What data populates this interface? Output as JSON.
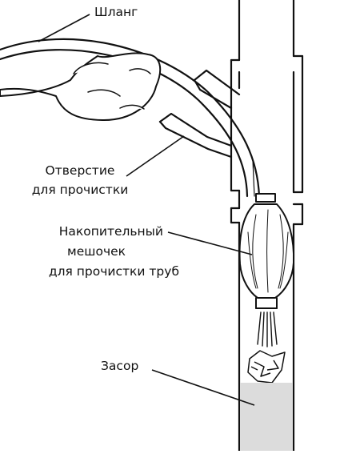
{
  "labels": {
    "hose": "Шланг",
    "cleanout_line1": "Отверстие",
    "cleanout_line2": "для прочистки",
    "bladder_line1": "Накопительный",
    "bladder_line2": "мешочек",
    "bladder_line3": "для прочистки труб",
    "clog": "Засор"
  }
}
